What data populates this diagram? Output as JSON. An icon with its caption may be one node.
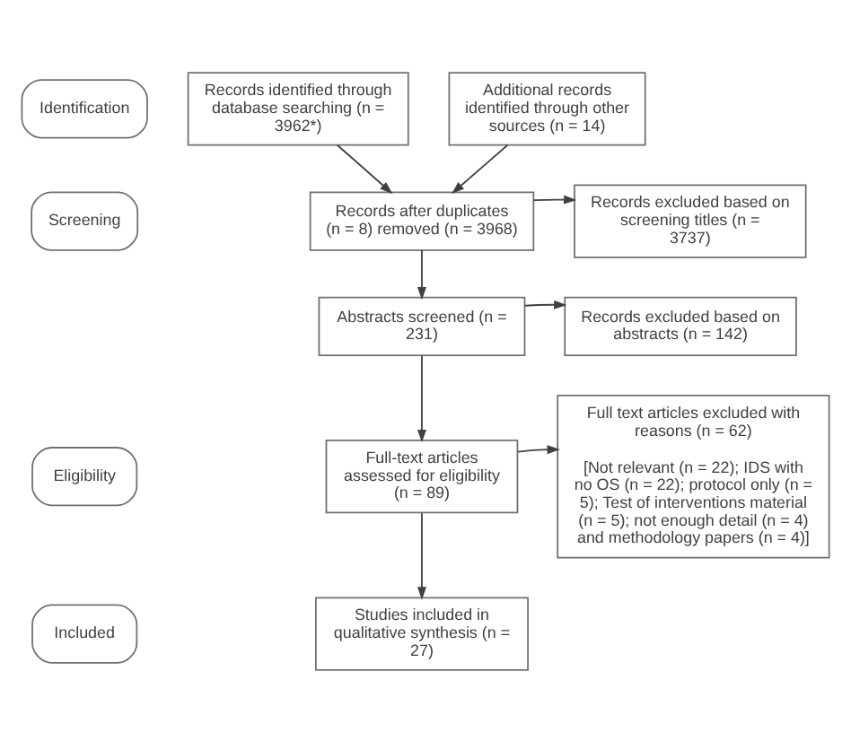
{
  "diagram": {
    "nodes": [
      {
        "text": [
          "Identification"
        ]
      },
      {
        "text": [
          "Records identified through database searching (n = 3962*)"
        ]
      },
      {
        "text": [
          "Additional records identified through other sources (n = 14)"
        ]
      },
      {
        "text": [
          "Screening"
        ]
      },
      {
        "text": [
          "Records after duplicates (n = 8) removed (n = 3968)"
        ]
      },
      {
        "text": [
          "Records excluded based on screening titles (n = 3737)"
        ]
      },
      {
        "text": [
          "Abstracts screened (n = 231)"
        ]
      },
      {
        "text": [
          "Records excluded based on abstracts (n = 142)"
        ]
      },
      {
        "text": [
          "Eligibility"
        ]
      },
      {
        "text": [
          "Full-text articles assessed for eligibility (n = 89)"
        ]
      },
      {
        "text": [
          "Full text articles excluded with reasons (n = 62)",
          "[Not relevant (n = 22); IDS with no OS (n = 22); protocol only (n = 5); Test of interventions material (n = 5); not enough detail (n = 4) and methodology papers (n = 4)]"
        ]
      },
      {
        "text": [
          "Included"
        ]
      },
      {
        "text": [
          "Studies included in qualitative synthesis (n = 27)"
        ]
      }
    ],
    "edges": [
      {
        "from": 1,
        "to": 4,
        "arrow": "to"
      },
      {
        "from": 2,
        "to": 4,
        "arrow": "to"
      },
      {
        "from": 4,
        "to": 5,
        "arrow": "to"
      },
      {
        "from": 4,
        "to": 6,
        "arrow": "to"
      },
      {
        "from": 6,
        "to": 7,
        "arrow": "to"
      },
      {
        "from": 6,
        "to": 9,
        "arrow": "to"
      },
      {
        "from": 9,
        "to": 10,
        "arrow": "to"
      },
      {
        "from": 9,
        "to": 12,
        "arrow": "to"
      }
    ]
  }
}
